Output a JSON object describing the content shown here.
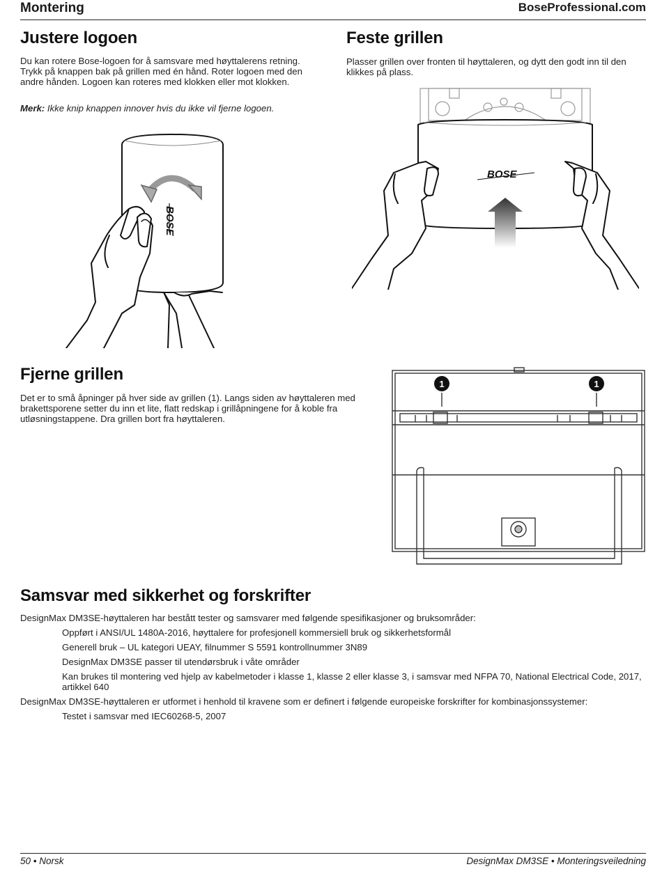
{
  "header": {
    "section": "Montering",
    "site": "BoseProfessional.com"
  },
  "adjust_logo": {
    "title": "Justere logoen",
    "body": "Du kan rotere Bose-logoen for å samsvare med høyttalerens retning. Trykk på knappen bak på grillen med én hånd. Roter logoen med den andre hånden. Logoen kan roteres med klokken eller mot klokken.",
    "note_label": "Merk:",
    "note_text": "Ikke knip knappen innover hvis du ikke vil fjerne logoen.",
    "brand_logo": "BOSE"
  },
  "attach_grille": {
    "title": "Feste grillen",
    "body": "Plasser grillen over fronten til høyttaleren, og dytt den godt inn til den klikkes på plass.",
    "brand_logo": "BOSE"
  },
  "remove_grille": {
    "title": "Fjerne grillen",
    "body": "Det er to små åpninger på hver side av grillen (1). Langs siden av høyttaleren med brakettsporene setter du inn et lite, flatt redskap i grillåpningene for å koble fra utløsningstappene. Dra grillen bort fra høyttaleren.",
    "callouts": [
      "1",
      "1"
    ]
  },
  "compliance": {
    "title": "Samsvar med sikkerhet og forskrifter",
    "intro": "DesignMax DM3SE-høyttaleren har bestått tester og samsvarer med følgende spesifikasjoner og bruksområder:",
    "items": [
      "Oppført i ANSI/UL 1480A-2016, høyttalere for profesjonell kommersiell bruk og sikkerhetsformål",
      "Generell bruk – UL kategori UEAY, filnummer S 5591 kontrollnummer 3N89",
      "DesignMax DM3SE passer til utendørsbruk i våte områder",
      "Kan brukes til montering ved hjelp av kabelmetoder i klasse 1, klasse 2 eller klasse 3, i samsvar med NFPA 70, National Electrical Code, 2017, artikkel 640"
    ],
    "intro2": "DesignMax DM3SE-høyttaleren er utformet i henhold til kravene som er definert i følgende europeiske forskrifter for kombinasjonssystemer:",
    "items2": [
      "Testet i samsvar med IEC60268-5, 2007"
    ]
  },
  "footer": {
    "left": "50 • Norsk",
    "right": "DesignMax DM3SE • Monteringsveiledning"
  }
}
